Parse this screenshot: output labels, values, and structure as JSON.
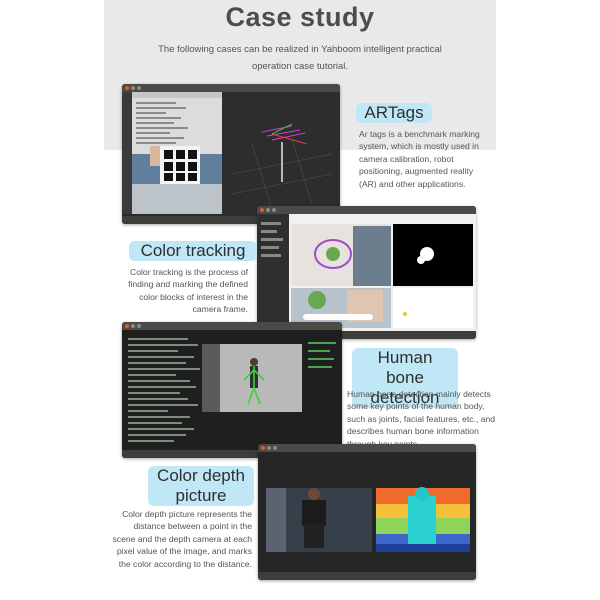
{
  "header": {
    "title": "Case study",
    "subtitle": "The following cases can be realized in Yahboom intelligent practical operation case tutorial."
  },
  "sections": [
    {
      "label": "ARTags",
      "description": "Ar tags is a benchmark marking system, which is mostly used in camera calibration, robot positioning, augmented reality (AR) and other applications."
    },
    {
      "label": "Color tracking",
      "description": "Color tracking is the process of finding and marking the defined color blocks of interest in the camera frame."
    },
    {
      "label": "Human bone detection",
      "description": "Human bone detection mainly detects some key points of the human body, such as joints, facial features, etc., and describes human bone information through key points."
    },
    {
      "label": "Color depth picture",
      "description": "Color depth picture represents the distance between a point in the scene and the depth camera at each pixel value of the image, and marks the color according to the distance."
    }
  ],
  "colors": {
    "label_background": "#bfe7f5",
    "header_band": "#e9e9e9",
    "dock": "#2c2c2c"
  }
}
